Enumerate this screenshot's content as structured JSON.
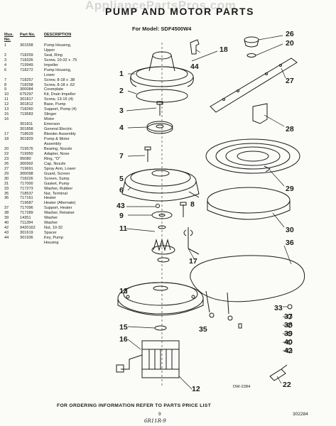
{
  "watermark": "AppliancePartsPros.com",
  "title": "PUMP AND MOTOR PARTS",
  "model": "For Model: SDF4500W4",
  "table": {
    "headers": {
      "illus": "Illus. No.",
      "part": "Part No.",
      "desc": "DESCRIPTION"
    },
    "rows": [
      {
        "illus": "1",
        "part": "301558",
        "desc": "Pump Housing,"
      },
      {
        "illus": "",
        "part": "",
        "desc": "Upper"
      },
      {
        "illus": "2",
        "part": "718259",
        "desc": "Seal, Ring"
      },
      {
        "illus": "3",
        "part": "718326",
        "desc": "Screw, 10-32 x .75"
      },
      {
        "illus": "4",
        "part": "719949",
        "desc": "Impeller"
      },
      {
        "illus": "6",
        "part": "718272",
        "desc": "Pump Housing,"
      },
      {
        "illus": "",
        "part": "",
        "desc": "Lower"
      },
      {
        "illus": "7",
        "part": "718257",
        "desc": "Screw, 8-18 x .38"
      },
      {
        "illus": "8",
        "part": "718258",
        "desc": "Screw, 8-18 x .62"
      },
      {
        "illus": "9",
        "part": "300084",
        "desc": "Coverplate"
      },
      {
        "illus": "10",
        "part": "675297",
        "desc": "Kit, Drain Impeller"
      },
      {
        "illus": "11",
        "part": "301817",
        "desc": "Screw, 13-16 (4)"
      },
      {
        "illus": "12",
        "part": "301812",
        "desc": "Base, Pump"
      },
      {
        "illus": "13",
        "part": "718260",
        "desc": "Support, Pump (4)"
      },
      {
        "illus": "15",
        "part": "719583",
        "desc": "Slinger"
      },
      {
        "illus": "16",
        "part": "",
        "desc": "Motor"
      },
      {
        "illus": "",
        "part": "301811",
        "desc": "Emerson"
      },
      {
        "illus": "",
        "part": "301858",
        "desc": "General Electric"
      },
      {
        "illus": "17",
        "part": "718629",
        "desc": "Bleeder Assembly"
      },
      {
        "illus": "18",
        "part": "301829",
        "desc": "Pump & Motor"
      },
      {
        "illus": "",
        "part": "",
        "desc": "Assembly"
      },
      {
        "illus": "20",
        "part": "719576",
        "desc": "Bearing, Nozzle"
      },
      {
        "illus": "22",
        "part": "719950",
        "desc": "Adapter, Nose"
      },
      {
        "illus": "23",
        "part": "95080",
        "desc": "Ring, \"O\""
      },
      {
        "illus": "26",
        "part": "300992",
        "desc": "Cap, Nozzle"
      },
      {
        "illus": "27",
        "part": "719691",
        "desc": "Spray Arm, Lower"
      },
      {
        "illus": "29",
        "part": "300098",
        "desc": "Guard, Screen"
      },
      {
        "illus": "30",
        "part": "718226",
        "desc": "Screen, Sump"
      },
      {
        "illus": "31",
        "part": "717000",
        "desc": "Gasket, Pump"
      },
      {
        "illus": "33",
        "part": "717273",
        "desc": "Washer, Rubber"
      },
      {
        "illus": "35",
        "part": "718537",
        "desc": "Nut, Terminal"
      },
      {
        "illus": "36",
        "part": "717161",
        "desc": "Heater"
      },
      {
        "illus": "",
        "part": "719687",
        "desc": "Heater (Alternate)"
      },
      {
        "illus": "37",
        "part": "717096",
        "desc": "Support, Heater"
      },
      {
        "illus": "38",
        "part": "717289",
        "desc": "Washer, Retainer"
      },
      {
        "illus": "39",
        "part": "14351",
        "desc": "Washer"
      },
      {
        "illus": "40",
        "part": "711284",
        "desc": "Washer"
      },
      {
        "illus": "42",
        "part": "9420162",
        "desc": "Nut, 10-32"
      },
      {
        "illus": "43",
        "part": "301619",
        "desc": "Spacer"
      },
      {
        "illus": "44",
        "part": "301936",
        "desc": "Key, Pump"
      },
      {
        "illus": "",
        "part": "",
        "desc": "Housing"
      }
    ]
  },
  "callouts": [
    "26",
    "20",
    "18",
    "44",
    "27",
    "1",
    "2",
    "3",
    "28",
    "4",
    "29",
    "7",
    "5",
    "6",
    "43",
    "8",
    "9",
    "11",
    "30",
    "36",
    "17",
    "13",
    "33",
    "37",
    "38",
    "39",
    "40",
    "42",
    "35",
    "15",
    "22",
    "16",
    "12"
  ],
  "drawing_code": "DW-2284",
  "footer": "FOR ORDERING INFORMATION REFER TO PARTS PRICE LIST",
  "page_number": "9",
  "doc_code": "302284",
  "signature": "6R11R-9"
}
